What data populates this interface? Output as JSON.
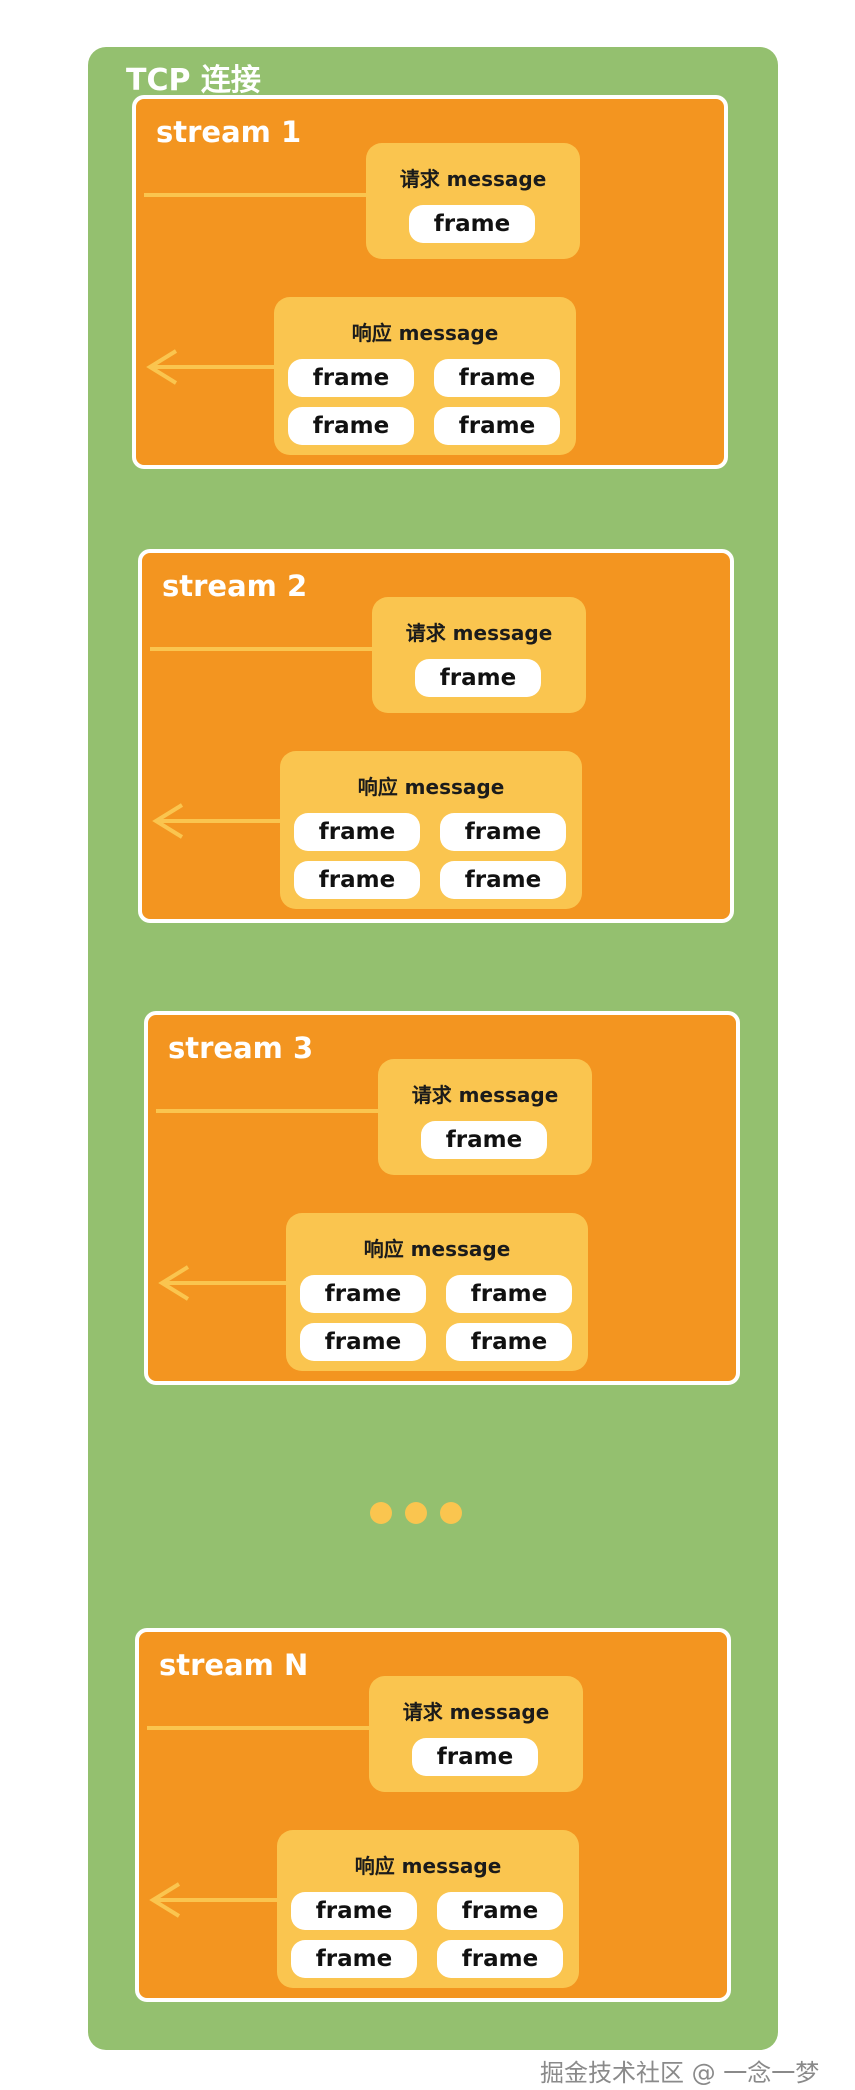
{
  "diagram": {
    "tcp_label": "TCP 连接",
    "streams": [
      {
        "title": "stream 1",
        "request": {
          "label": "请求 message",
          "frames": [
            "frame"
          ]
        },
        "response": {
          "label": "响应 message",
          "frames": [
            "frame",
            "frame",
            "frame",
            "frame"
          ]
        }
      },
      {
        "title": "stream 2",
        "request": {
          "label": "请求 message",
          "frames": [
            "frame"
          ]
        },
        "response": {
          "label": "响应 message",
          "frames": [
            "frame",
            "frame",
            "frame",
            "frame"
          ]
        }
      },
      {
        "title": "stream 3",
        "request": {
          "label": "请求 message",
          "frames": [
            "frame"
          ]
        },
        "response": {
          "label": "响应 message",
          "frames": [
            "frame",
            "frame",
            "frame",
            "frame"
          ]
        }
      },
      {
        "title": "stream N",
        "request": {
          "label": "请求 message",
          "frames": [
            "frame"
          ]
        },
        "response": {
          "label": "响应 message",
          "frames": [
            "frame",
            "frame",
            "frame",
            "frame"
          ]
        }
      }
    ],
    "ellipsis_icon": "ellipsis-dots"
  },
  "watermark": "掘金技术社区 @ 一念一梦",
  "colors": {
    "tcp_background": "#94c06f",
    "stream_background": "#f39520",
    "message_background": "#fac54f",
    "arrow": "#fac54f",
    "frame_background": "#ffffff"
  }
}
